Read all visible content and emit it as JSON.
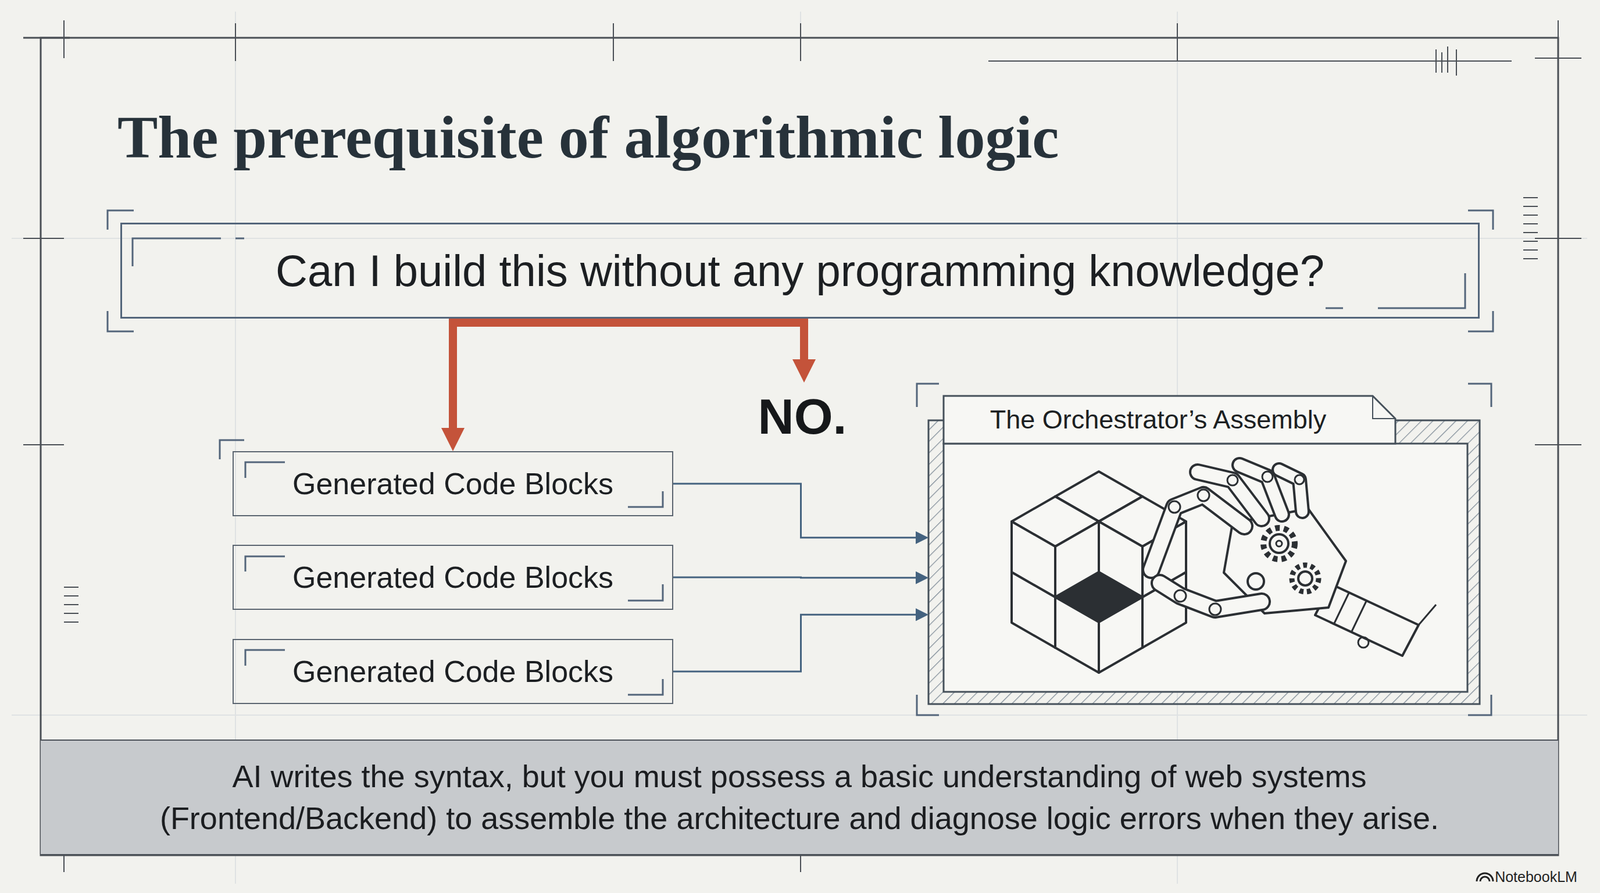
{
  "diagram": {
    "title": "The prerequisite of algorithmic logic",
    "caption": "AI writes the syntax, but you must possess a basic understanding of web systems (Frontend/Backend) to assemble the architecture and diagnose logic errors when they arise.",
    "nodes": [
      {
        "text": [
          "Can I build this without any programming knowledge?"
        ]
      },
      {
        "text": [
          "Generated Code Blocks"
        ]
      },
      {
        "text": [
          "Generated Code Blocks"
        ]
      },
      {
        "text": [
          "Generated Code Blocks"
        ]
      },
      {
        "text": [
          "The Orchestrator’s Assembly"
        ]
      }
    ],
    "edges": [
      {
        "from": 0,
        "to": 1,
        "arrow": "to"
      },
      {
        "from": 1,
        "to": 4,
        "arrow": "to"
      },
      {
        "from": 2,
        "to": 4,
        "arrow": "to"
      },
      {
        "from": 3,
        "to": 4,
        "arrow": "to"
      }
    ],
    "labels": [
      "NO.",
      "NotebookLM"
    ]
  }
}
